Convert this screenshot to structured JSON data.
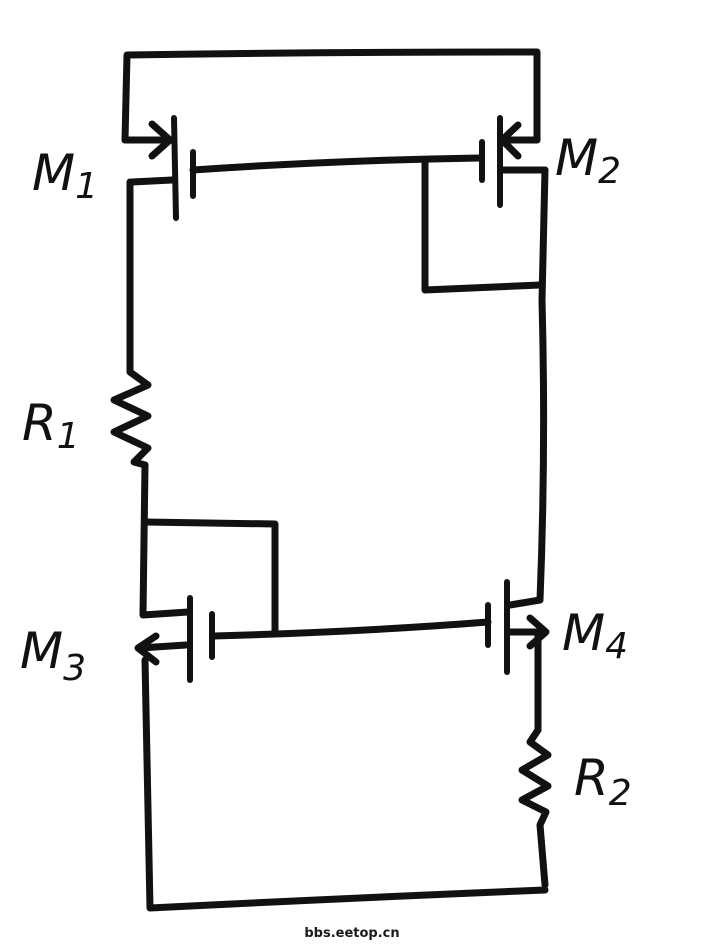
{
  "components": {
    "m1": {
      "name": "M",
      "sub": "1"
    },
    "m2": {
      "name": "M",
      "sub": "2"
    },
    "m3": {
      "name": "M",
      "sub": "3"
    },
    "m4": {
      "name": "M",
      "sub": "4"
    },
    "r1": {
      "name": "R",
      "sub": "1"
    },
    "r2": {
      "name": "R",
      "sub": "2"
    }
  },
  "watermark": "bbs.eetop.cn",
  "colors": {
    "ink": "#111111",
    "background": "#ffffff"
  }
}
